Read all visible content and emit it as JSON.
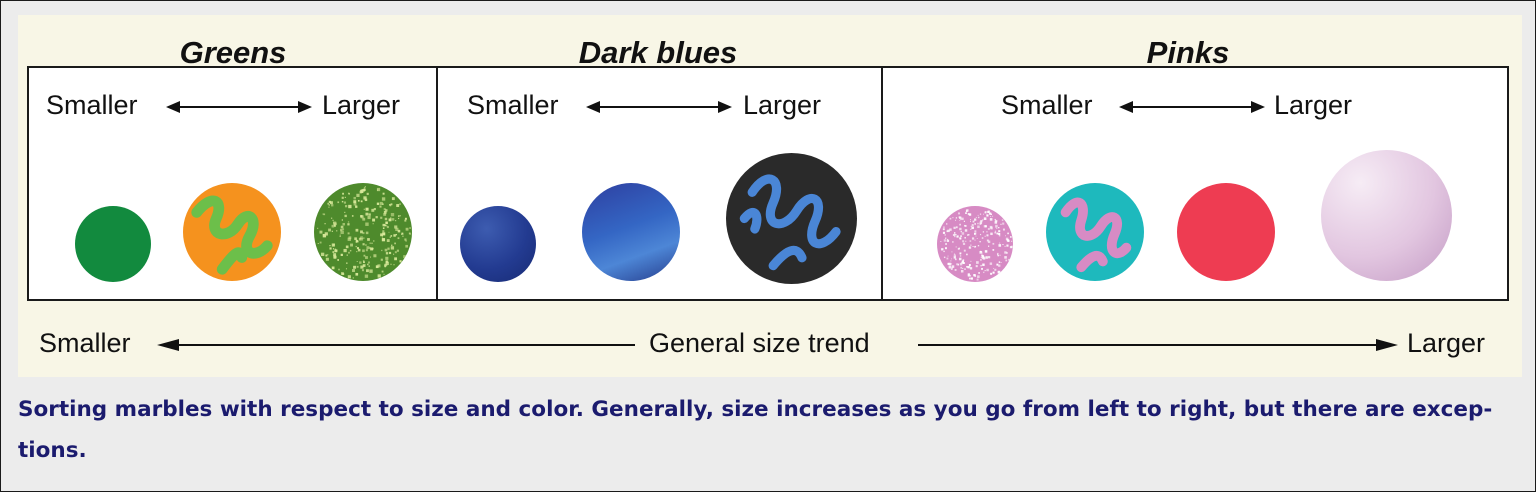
{
  "figure": {
    "groups": [
      {
        "title": "Greens",
        "smaller_label": "Smaller",
        "larger_label": "Larger"
      },
      {
        "title": "Dark blues",
        "smaller_label": "Smaller",
        "larger_label": "Larger"
      },
      {
        "title": "Pinks",
        "smaller_label": "Smaller",
        "larger_label": "Larger"
      }
    ],
    "trend": {
      "smaller_label": "Smaller",
      "center_label": "General size trend",
      "larger_label": "Larger"
    },
    "colors": {
      "green": "#128a3e",
      "orange": "#f5921e",
      "speckled_green": "#4e8a2c",
      "navy": "#233b91",
      "blue": "#2f5fb8",
      "black_swirl": "#2a2a2a",
      "swirl_blue": "#4a86d6",
      "speckled_pink": "#d78bc4",
      "teal": "#1eb9bd",
      "red": "#ee3c52",
      "lavender": "#e2c6e0"
    }
  },
  "caption": "Sorting marbles with respect to size and color. Generally, size increases as you go from left to right, but there are excep-tions."
}
